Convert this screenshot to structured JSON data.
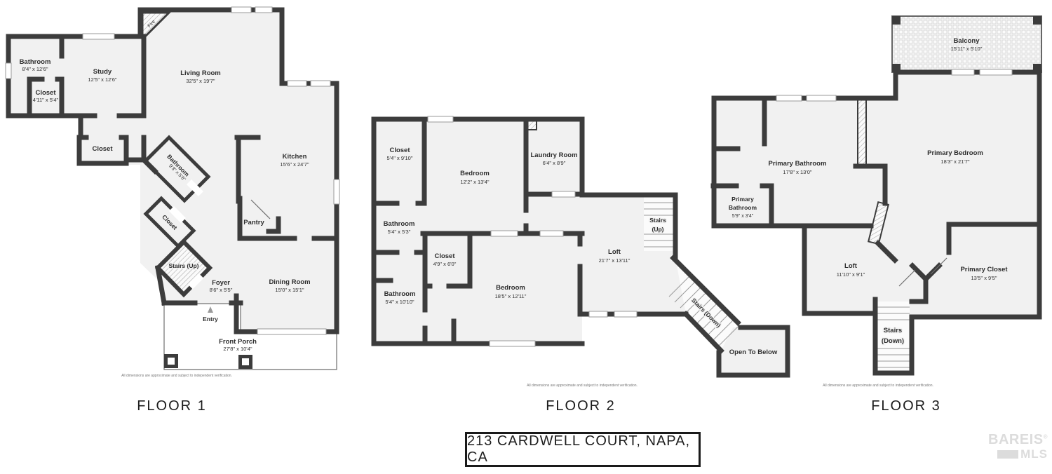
{
  "address": {
    "label": "213 CARDWELL COURT, NAPA, CA"
  },
  "logo": {
    "name": "BAREIS",
    "reg": "®",
    "mls": "MLS"
  },
  "colors": {
    "wall": "#3c3c3c",
    "room_fill": "#f1f1f1",
    "text": "#2e2e2e"
  },
  "floors": [
    {
      "label": "FLOOR 1",
      "disclaimer": "All dimensions are approximate and subject to independent verification.",
      "rooms": {
        "bathroom": {
          "name": "Bathroom",
          "dims": "8'4\" x 12'6\""
        },
        "closet_a": {
          "name": "Closet",
          "dims": "4'11\" x 5'4\""
        },
        "study": {
          "name": "Study",
          "dims": "12'5\" x 12'6\""
        },
        "living": {
          "name": "Living Room",
          "dims": "32'5\" x 19'7\""
        },
        "kitchen": {
          "name": "Kitchen",
          "dims": "15'6\" x 24'7\""
        },
        "closet_b": {
          "name": "Closet"
        },
        "bathroom_diag": {
          "name": "Bathroom",
          "dims": "9'3\" x 5'6\""
        },
        "closet_diag": {
          "name": "Closet"
        },
        "stairs_up": {
          "name": "Stairs (Up)"
        },
        "pantry": {
          "name": "Pantry"
        },
        "foyer": {
          "name": "Foyer",
          "dims": "8'6\" x 5'5\""
        },
        "dining": {
          "name": "Dining Room",
          "dims": "15'0\" x 15'1\""
        },
        "entry": {
          "name": "Entry"
        },
        "porch": {
          "name": "Front Porch",
          "dims": "27'8\" x 10'4\""
        },
        "fire": {
          "name": "Fire"
        }
      }
    },
    {
      "label": "FLOOR 2",
      "disclaimer": "All dimensions are approximate and subject to independent verification.",
      "rooms": {
        "closet_a": {
          "name": "Closet",
          "dims": "5'4\" x 9'10\""
        },
        "bedroom_a": {
          "name": "Bedroom",
          "dims": "12'2\" x 13'4\""
        },
        "laundry": {
          "name": "Laundry Room",
          "dims": "6'4\" x 8'9\""
        },
        "bathroom_a": {
          "name": "Bathroom",
          "dims": "5'4\" x 5'3\""
        },
        "closet_b": {
          "name": "Closet",
          "dims": "4'9\" x 6'0\""
        },
        "bathroom_b": {
          "name": "Bathroom",
          "dims": "5'4\" x 10'10\""
        },
        "bedroom_b": {
          "name": "Bedroom",
          "dims": "18'5\" x 12'11\""
        },
        "loft": {
          "name": "Loft",
          "dims": "21'7\" x 13'11\""
        },
        "stairs_up": {
          "line1": "Stairs",
          "line2": "(Up)"
        },
        "stairs_down": {
          "name": "Stairs (Down)"
        },
        "open_below": {
          "name": "Open To Below"
        }
      }
    },
    {
      "label": "FLOOR 3",
      "disclaimer": "All dimensions are approximate and subject to independent verification.",
      "rooms": {
        "balcony": {
          "name": "Balcony",
          "dims": "15'11\" x 5'10\""
        },
        "primary_bathroom": {
          "name": "Primary Bathroom",
          "dims": "17'8\" x 13'0\""
        },
        "primary_bedroom": {
          "name": "Primary Bedroom",
          "dims": "18'3\" x 21'7\""
        },
        "primary_bathroom_small": {
          "line1": "Primary",
          "line2": "Bathroom",
          "dims": "5'9\" x 3'4\""
        },
        "loft": {
          "name": "Loft",
          "dims": "11'10\" x 9'1\""
        },
        "primary_closet": {
          "name": "Primary Closet",
          "dims": "13'5\" x 9'5\""
        },
        "stairs_down": {
          "line1": "Stairs",
          "line2": "(Down)"
        }
      }
    }
  ]
}
